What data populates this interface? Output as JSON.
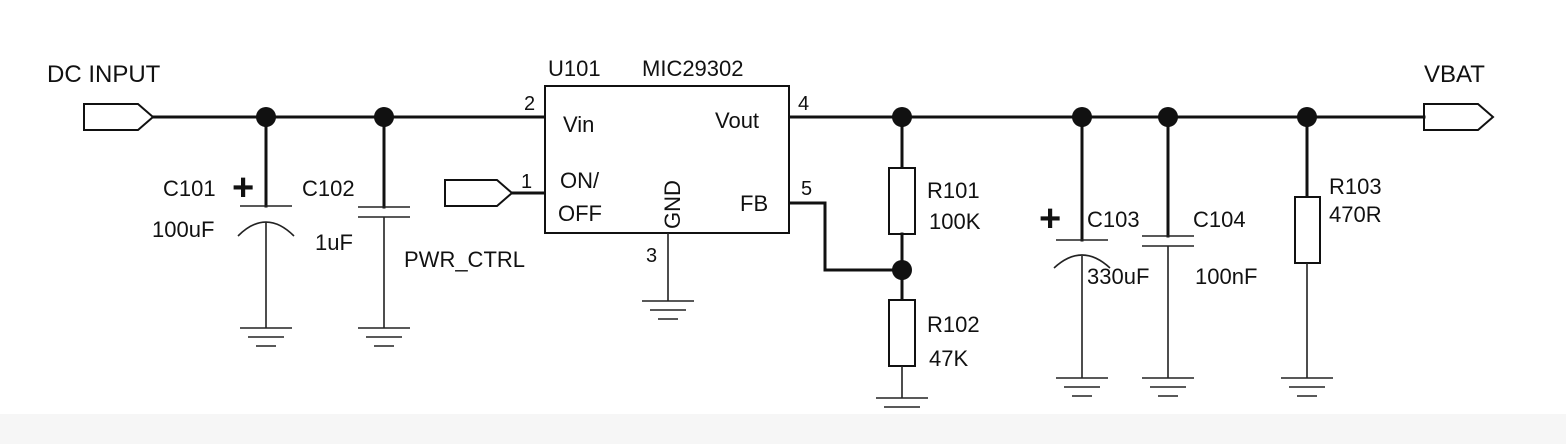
{
  "nets": {
    "input": "DC INPUT",
    "output": "VBAT",
    "control": "PWR_CTRL"
  },
  "regulator": {
    "ref": "U101",
    "part": "MIC29302",
    "pins": {
      "vin_label": "Vin",
      "vin_num": "2",
      "onoff_label_1": "ON/",
      "onoff_label_2": "OFF",
      "onoff_num": "1",
      "gnd_label": "GND",
      "gnd_num": "3",
      "vout_label": "Vout",
      "vout_num": "4",
      "fb_label": "FB",
      "fb_num": "5"
    }
  },
  "components": {
    "c101": {
      "ref": "C101",
      "value": "100uF",
      "polarity": "+"
    },
    "c102": {
      "ref": "C102",
      "value": "1uF"
    },
    "c103": {
      "ref": "C103",
      "value": "330uF",
      "polarity": "+"
    },
    "c104": {
      "ref": "C104",
      "value": "100nF"
    },
    "r101": {
      "ref": "R101",
      "value": "100K"
    },
    "r102": {
      "ref": "R102",
      "value": "47K"
    },
    "r103": {
      "ref": "R103",
      "value": "470R"
    }
  }
}
